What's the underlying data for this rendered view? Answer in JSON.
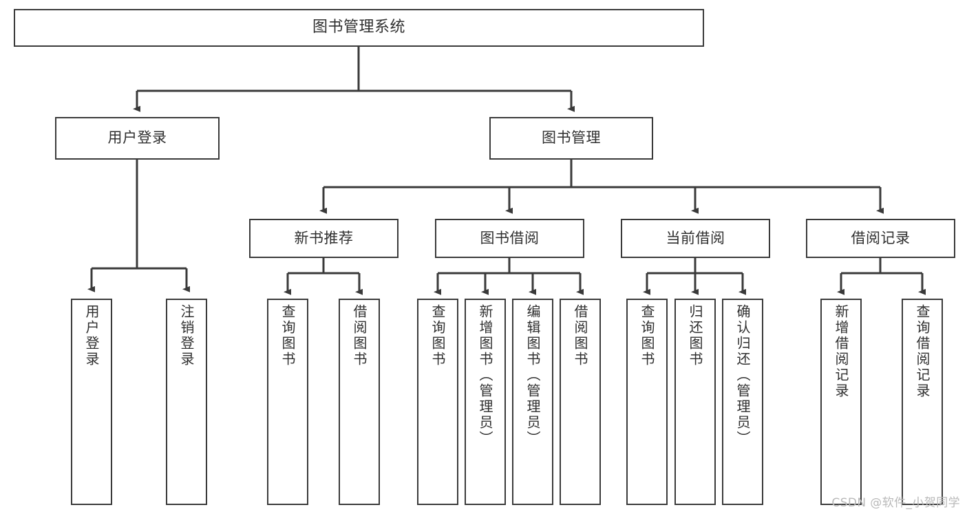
{
  "diagram": {
    "title": "图书管理系统",
    "type": "tree",
    "watermark": "CSDN @软件_小贺同学",
    "colors": {
      "box_border": "#3a3a3a",
      "box_fill": "#ffffff",
      "text": "#2f2f2f",
      "connector": "#3a3a3a",
      "watermark": "#b9b9b9",
      "background": "#ffffff"
    },
    "nodes": {
      "root": {
        "label": "图书管理系统"
      },
      "level2": [
        {
          "id": "user-login",
          "label": "用户登录"
        },
        {
          "id": "book-management",
          "label": "图书管理"
        }
      ],
      "level3": [
        {
          "id": "new-book-recommend",
          "label": "新书推荐"
        },
        {
          "id": "book-borrow",
          "label": "图书借阅"
        },
        {
          "id": "current-borrow",
          "label": "当前借阅"
        },
        {
          "id": "borrow-record",
          "label": "借阅记录"
        }
      ],
      "leaves": {
        "user-login": [
          {
            "id": "leaf-user-login",
            "label": "用户登录"
          },
          {
            "id": "leaf-user-logout",
            "label": "注销登录"
          }
        ],
        "new-book-recommend": [
          {
            "id": "leaf-query-book-1",
            "label": "查询图书"
          },
          {
            "id": "leaf-borrow-book-1",
            "label": "借阅图书"
          }
        ],
        "book-borrow": [
          {
            "id": "leaf-query-book-2",
            "label": "查询图书"
          },
          {
            "id": "leaf-add-book",
            "label": "新增图书（管理员）"
          },
          {
            "id": "leaf-edit-book",
            "label": "编辑图书（管理员）"
          },
          {
            "id": "leaf-borrow-book-2",
            "label": "借阅图书"
          }
        ],
        "current-borrow": [
          {
            "id": "leaf-query-book-3",
            "label": "查询图书"
          },
          {
            "id": "leaf-return-book",
            "label": "归还图书"
          },
          {
            "id": "leaf-confirm-return",
            "label": "确认归还（管理员）"
          }
        ],
        "borrow-record": [
          {
            "id": "leaf-add-record",
            "label": "新增借阅记录"
          },
          {
            "id": "leaf-query-record",
            "label": "查询借阅记录"
          }
        ]
      }
    }
  }
}
